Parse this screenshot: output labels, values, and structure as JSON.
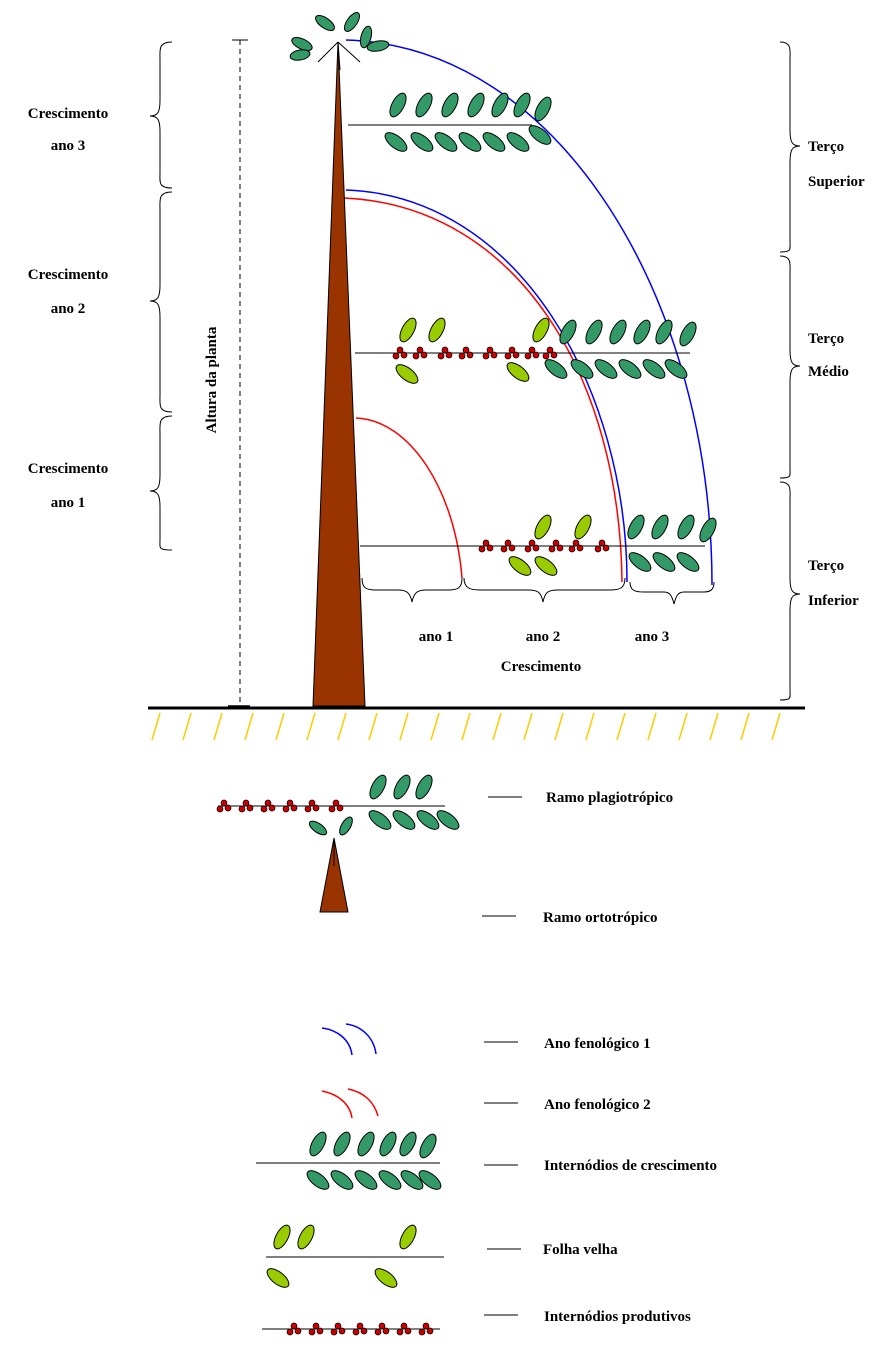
{
  "left_labels": {
    "year3": [
      "Crescimento",
      "ano 3"
    ],
    "year2": [
      "Crescimento",
      "ano 2"
    ],
    "year1": [
      "Crescimento",
      "ano 1"
    ]
  },
  "height_label": "Altura da planta",
  "right_labels": {
    "upper": [
      "Terço",
      "Superior"
    ],
    "middle": [
      "Terço",
      "Médio"
    ],
    "lower": [
      "Terço",
      "Inferior"
    ]
  },
  "growth": {
    "ano1": "ano 1",
    "ano2": "ano 2",
    "ano3": "ano 3",
    "caption": "Crescimento"
  },
  "legend": {
    "plagiotropic": "Ramo plagiotrópico",
    "orthotropic": "Ramo ortotrópico",
    "phenological1": "Ano fenológico 1",
    "phenological2": "Ano fenológico 2",
    "growth_internodes": "Internódios de crescimento",
    "old_leaf": "Folha velha",
    "productive_internodes": "Internódios produtivos"
  },
  "colors": {
    "trunk": "#993300",
    "young_leaf": "#339966",
    "old_leaf": "#99CC00",
    "fruit": "#CC0000",
    "phenological_year_1": "#0000FF",
    "phenological_year_2": "#FF0000",
    "soil_hatch": "#FFCC00"
  }
}
